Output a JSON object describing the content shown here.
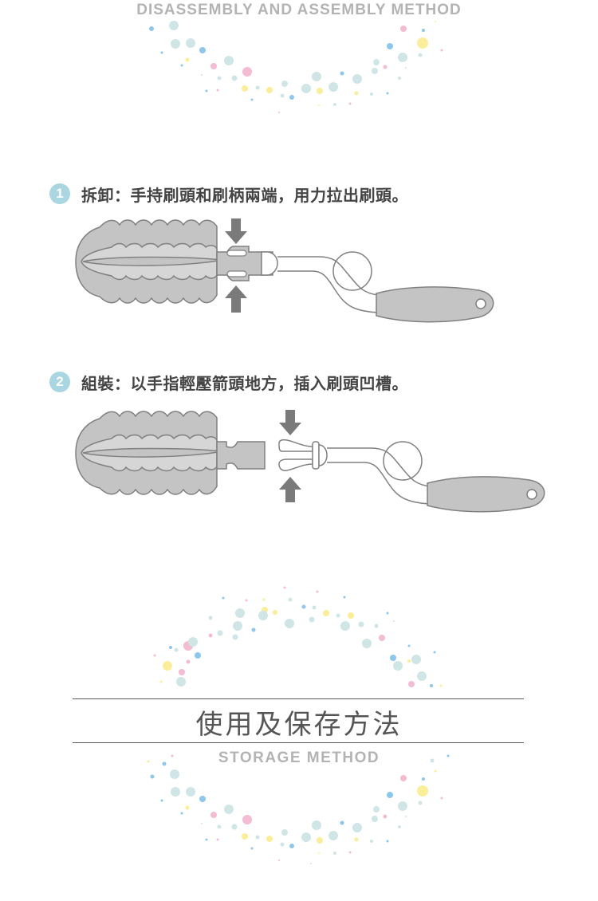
{
  "header": {
    "title_en": "DISASSEMBLY AND ASSEMBLY METHOD"
  },
  "steps": [
    {
      "number": "1",
      "text": "拆卸：手持刷頭和刷柄兩端，用力拉出刷頭。",
      "illustration": "brush-head-attached-with-press-arrows"
    },
    {
      "number": "2",
      "text": "組裝：以手指輕壓箭頭地方，插入刷頭凹槽。",
      "illustration": "brush-head-separated-with-press-arrows"
    }
  ],
  "storage_section": {
    "title_zh": "使用及保存方法",
    "title_en": "STORAGE METHOD"
  },
  "colors": {
    "title_gray": "#b3b3b3",
    "text_dark": "#444444",
    "badge_blue": "#a9d6e0",
    "brush_fill": "#c4c4c4",
    "brush_inner": "#d6d6d6",
    "outline": "#808080",
    "arrow": "#7a7a7a",
    "dot_teal": "#cfe5e6",
    "dot_blue": "#8cc8ee",
    "dot_pink": "#f3bcd3",
    "dot_yellow": "#fbee9a"
  },
  "icons": {
    "down_arrow": "arrow-down-icon",
    "up_arrow": "arrow-up-icon"
  }
}
